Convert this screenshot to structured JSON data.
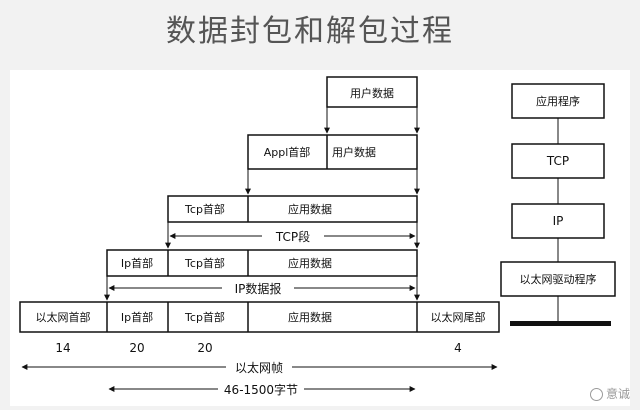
{
  "title": "数据封包和解包过程",
  "layers": {
    "user_data": "用户数据",
    "appl_row": {
      "header": "Appl首部",
      "data": "用户数据"
    },
    "tcp_row": {
      "header": "Tcp首部",
      "data": "应用数据",
      "segment_label": "TCP段"
    },
    "ip_row": {
      "ip_header": "Ip首部",
      "tcp_header": "Tcp首部",
      "data": "应用数据",
      "datagram_label": "IP数据报"
    },
    "eth_row": {
      "eth_header": "以太网首部",
      "ip_header": "Ip首部",
      "tcp_header": "Tcp首部",
      "data": "应用数据",
      "eth_trailer": "以太网尾部"
    }
  },
  "sizes": {
    "eth_header": "14",
    "ip_header": "20",
    "tcp_header": "20",
    "eth_trailer": "4"
  },
  "frame_label": "以太网帧",
  "frame_size_label": "46-1500字节",
  "stack": [
    "应用程序",
    "TCP",
    "IP",
    "以太网驱动程序"
  ],
  "watermark": "意诚"
}
